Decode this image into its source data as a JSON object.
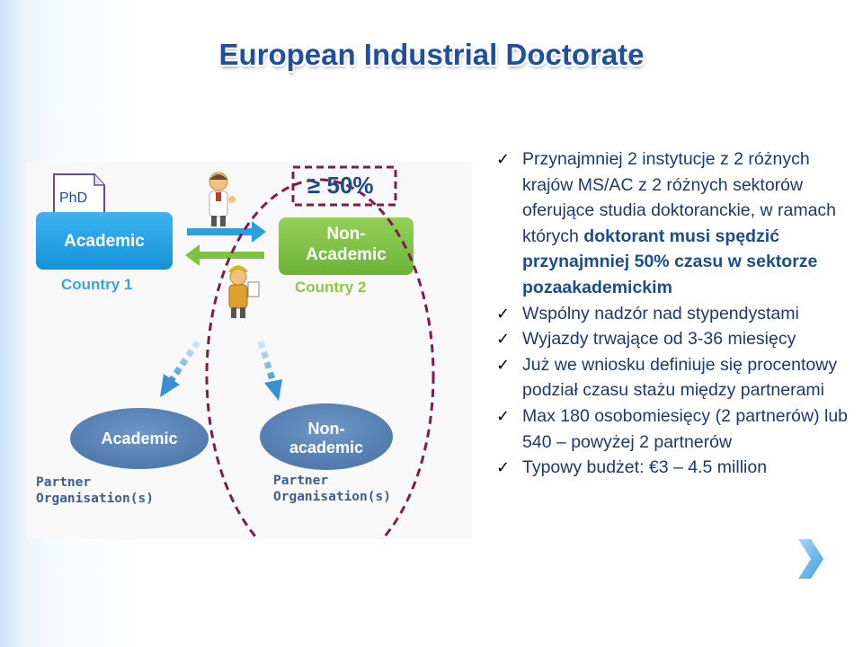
{
  "title": "European Industrial Doctorate",
  "diagram": {
    "phd_doc": "PhD",
    "threshold": "≥ 50%",
    "academic_box": "Academic",
    "country1": "Country 1",
    "nonacademic_box_line1": "Non-",
    "nonacademic_box_line2": "Academic",
    "country2": "Country 2",
    "partner_academic_ellipse": "Academic",
    "partner_nonacademic_line1": "Non-",
    "partner_nonacademic_line2": "academic",
    "partner_label_left_line1": "Partner",
    "partner_label_left_line2": "Organisation(s)",
    "partner_label_right_line1": "Partner",
    "partner_label_right_line2": "Organisation(s)",
    "colors": {
      "academic_blue": "#1ea0e6",
      "nonacademic_green": "#7dc242",
      "dashed_maroon": "#7b1e4e",
      "ellipse_blue": "#5b88b9"
    }
  },
  "bullets": [
    {
      "parts": [
        {
          "text": "Przynajmniej 2 instytucje z 2 różnych krajów MS/AC z 2 różnych sektorów oferujące studia doktoranckie, w ramach których ",
          "bold": false
        },
        {
          "text": "doktorant musi spędzić przynajmniej 50% czasu w sektorze pozaakademickim",
          "bold": true
        }
      ]
    },
    {
      "parts": [
        {
          "text": "Wspólny nadzór nad stypendystami",
          "bold": false
        }
      ]
    },
    {
      "parts": [
        {
          "text": "Wyjazdy trwające od 3-36 miesięcy",
          "bold": false
        }
      ]
    },
    {
      "parts": [
        {
          "text": "Już we wniosku definiuje się procentowy podział czasu stażu między partnerami",
          "bold": false
        }
      ]
    },
    {
      "parts": [
        {
          "text": "Max 180 osobomiesięcy (2 partnerów) lub 540 – powyżej 2 partnerów",
          "bold": false
        }
      ]
    },
    {
      "parts": [
        {
          "text": "Typowy budżet: €3 – 4.5 million",
          "bold": false
        }
      ]
    }
  ],
  "check_icon": "✓",
  "nav": {
    "next_icon": "chevron-right-icon"
  }
}
